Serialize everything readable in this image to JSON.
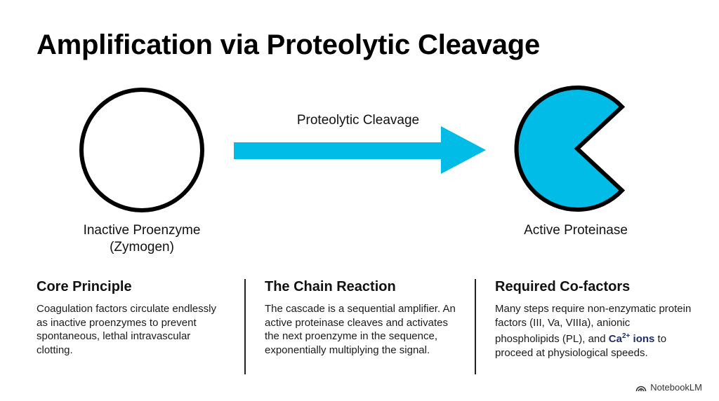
{
  "title": "Amplification via Proteolytic Cleavage",
  "diagram": {
    "left_label_line1": "Inactive Proenzyme",
    "left_label_line2": "(Zymogen)",
    "arrow_label": "Proteolytic Cleavage",
    "right_label": "Active Proteinase",
    "accent_color": "#00BCE6"
  },
  "columns": [
    {
      "heading": "Core Principle",
      "body": "Coagulation factors circulate endlessly as inactive proenzymes to prevent spontaneous, lethal intravascular clotting."
    },
    {
      "heading": "The Chain Reaction",
      "body": "The cascade is a sequential amplifier. An active proteinase cleaves and activates the next proenzyme in the sequence, exponentially multiplying the signal."
    },
    {
      "heading": "Required Co-factors",
      "body_before": "Many steps require non-enzymatic protein factors (III, Va, VIIIa), anionic phospholipids (PL), and ",
      "ca_text": "Ca",
      "ca_sup": "2+",
      "ca_suffix": " ions",
      "body_after": " to proceed at physiological speeds."
    }
  ],
  "footer": {
    "brand": "NotebookLM"
  }
}
